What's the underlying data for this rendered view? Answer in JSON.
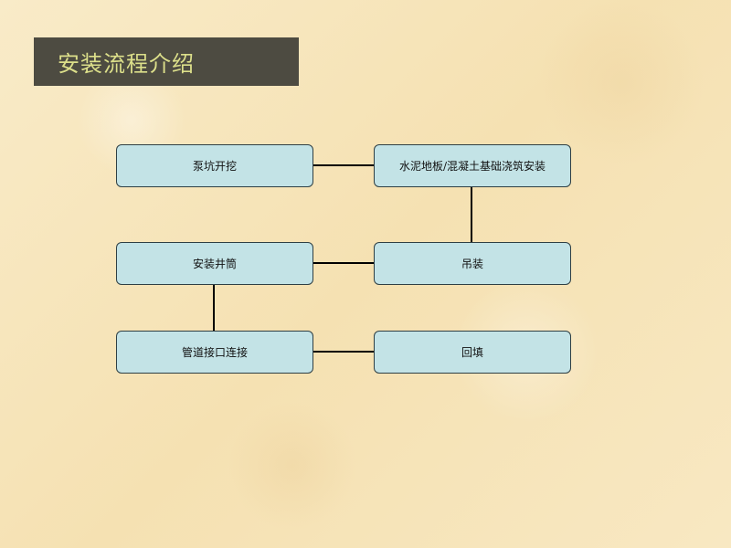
{
  "slide": {
    "title": "安装流程介绍"
  },
  "flow": {
    "steps": [
      {
        "label": "泵坑开挖"
      },
      {
        "label": "水泥地板/混凝土基础浇筑安装"
      },
      {
        "label": "吊装"
      },
      {
        "label": "安装井筒"
      },
      {
        "label": "管道接口连接"
      },
      {
        "label": "回填"
      }
    ]
  }
}
